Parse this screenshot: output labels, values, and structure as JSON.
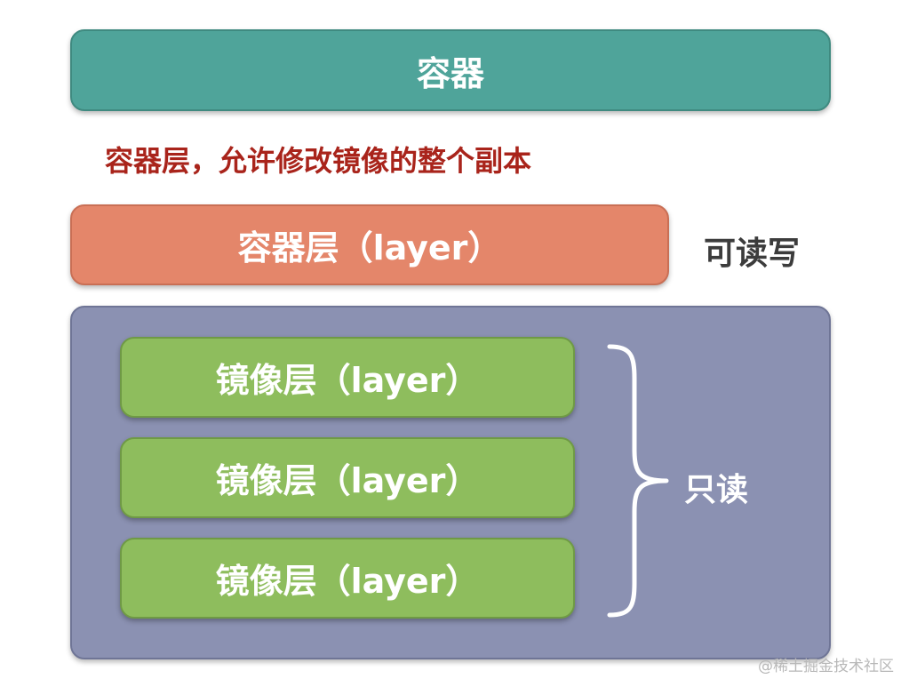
{
  "container": {
    "label": "容器"
  },
  "container_layer": {
    "description": "容器层，允许修改镜像的整个副本",
    "label": "容器层（layer）",
    "access": "可读写"
  },
  "image_layers": [
    {
      "label": "镜像层（layer）"
    },
    {
      "label": "镜像层（layer）"
    },
    {
      "label": "镜像层（layer）"
    }
  ],
  "image_layers_access": "只读",
  "watermark": "@稀土掘金技术社区",
  "colors": {
    "container": "#4fa49a",
    "container_layer": "#e4866a",
    "image_group": "#8b91b2",
    "image_layer": "#8ebd5d",
    "description_text": "#a9241b"
  }
}
